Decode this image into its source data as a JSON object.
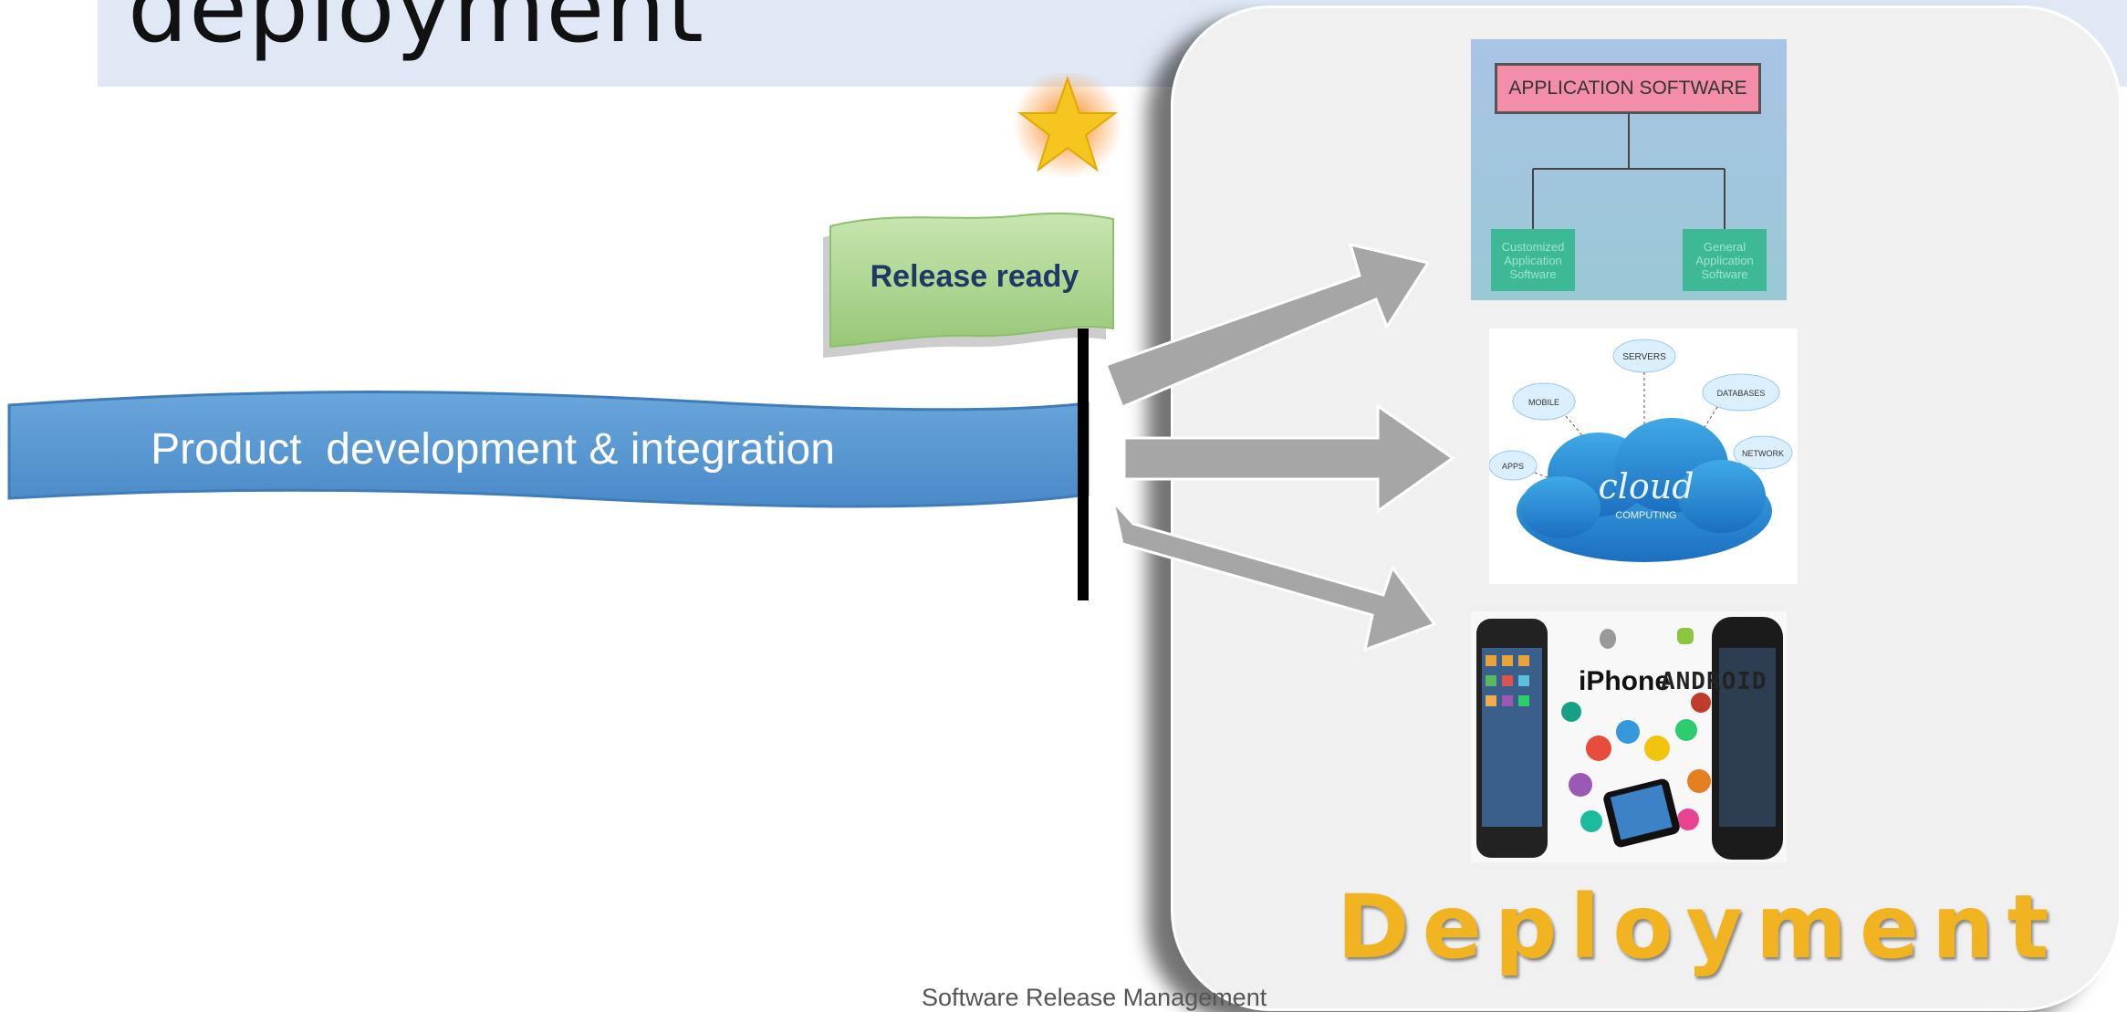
{
  "slide": {
    "title": "deployment",
    "footer": "Software Release Management"
  },
  "flow": {
    "dev_label": "Product  development & integration",
    "release_label": "Release ready",
    "panel_label": "Deployment"
  },
  "targets": {
    "app_software": {
      "title": "APPLICATION SOFTWARE",
      "left_box": "Customized Application Software",
      "right_box": "General Application Software"
    },
    "cloud": {
      "center": "cloud",
      "sub": "COMPUTING",
      "nodes": [
        "SERVERS",
        "MOBILE",
        "DATABASES",
        "APPS",
        "NETWORK"
      ]
    },
    "mobile": {
      "iphone": "iPhone",
      "android": "ANDROID"
    }
  },
  "colors": {
    "title_bar": "#dfe8f4",
    "dev_banner": "#5b9bd5",
    "release_flag": "#a9d18e",
    "panel_label": "#f2b320",
    "arrow": "#a6a6a6"
  }
}
